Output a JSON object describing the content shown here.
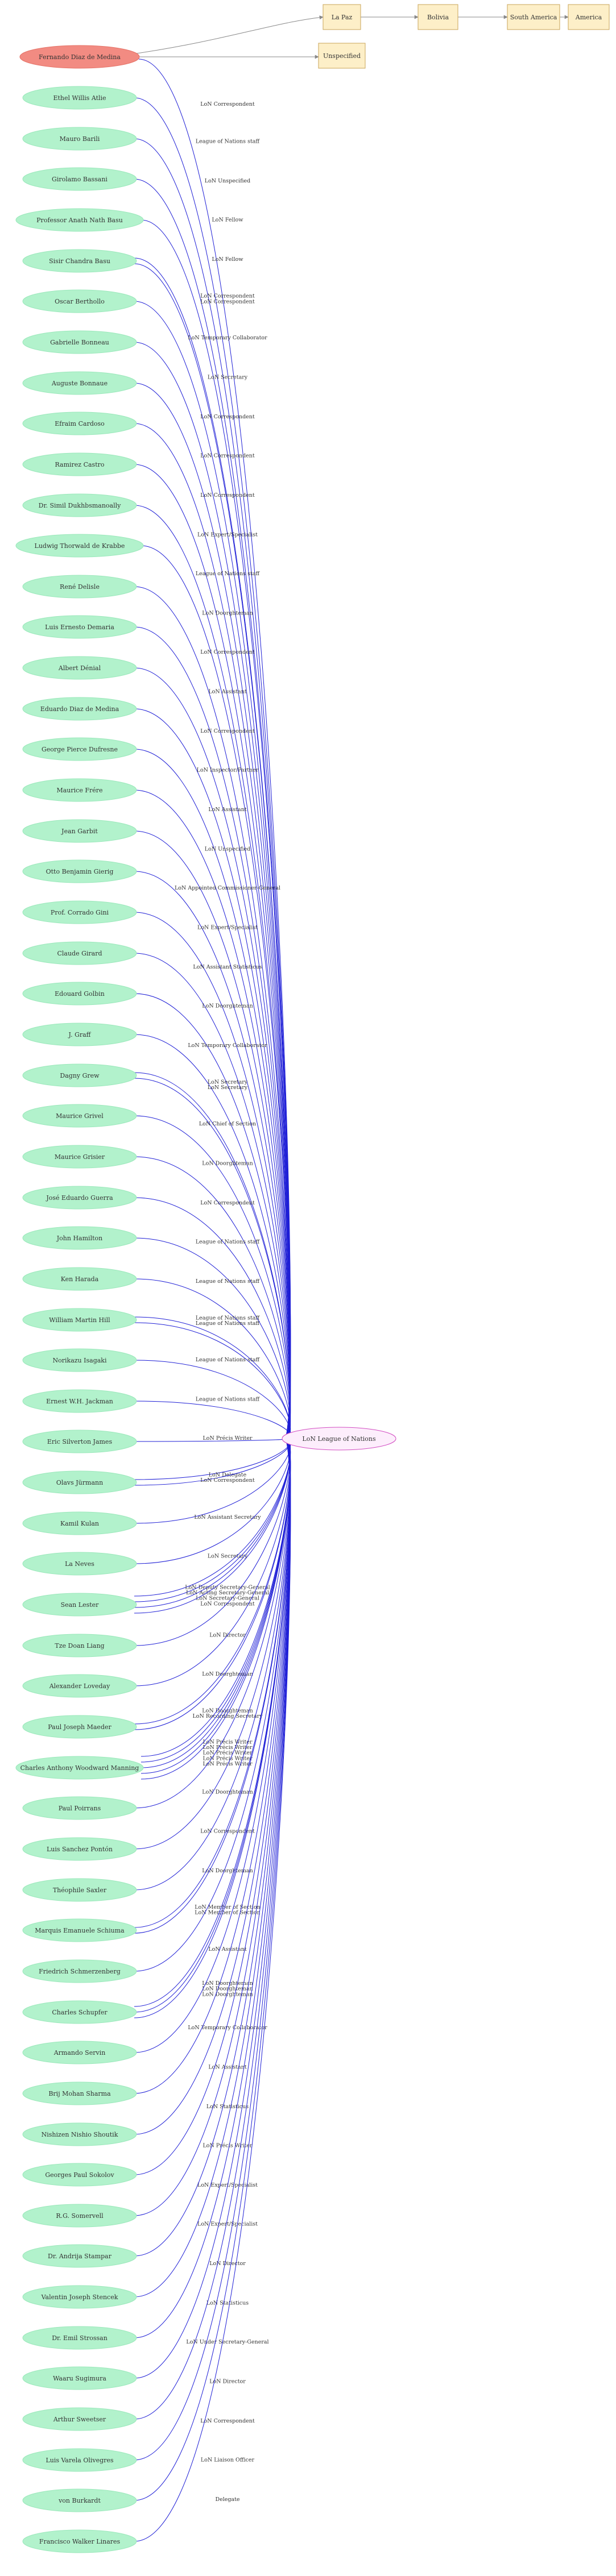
{
  "colors": {
    "person_fill": "#b2f2cc",
    "person_stroke": "#9be8bb",
    "highlight_fill": "#f28b82",
    "highlight_stroke": "#e57368",
    "place_fill": "#fdefc8",
    "place_stroke": "#c9a45a",
    "org_fill": "#fdeefc",
    "org_stroke": "#d24cc2",
    "org_edge": "#1f1fd6",
    "place_edge": "#888888"
  },
  "central_node": {
    "label": "LoN League of Nations"
  },
  "highlight_person": {
    "label": "Fernando Diaz de Medina",
    "org_edge_label": "LoN Correspondent",
    "edge_to_place": "",
    "edge_to_unspecified": ""
  },
  "places": [
    "La Paz",
    "Bolivia",
    "South America",
    "America"
  ],
  "unspecified_place": "Unspecified",
  "people": [
    {
      "label": "Ethel Willis Atlie",
      "roles": [
        "League of Nations staff"
      ]
    },
    {
      "label": "Mauro Barili",
      "roles": [
        "LoN Unspecified"
      ]
    },
    {
      "label": "Girolamo Bassani",
      "roles": [
        "LoN Fellow"
      ]
    },
    {
      "label": "Professor Anath Nath Basu",
      "roles": [
        "LoN Fellow"
      ]
    },
    {
      "label": "Sisir Chandra Basu",
      "roles": [
        "LoN Correspondent",
        "LoN Correspondent"
      ]
    },
    {
      "label": "Oscar Berthollo",
      "roles": [
        "LoN Temporary Collaborator"
      ]
    },
    {
      "label": "Gabrielle Bonneau",
      "roles": [
        "LoN Secretary"
      ]
    },
    {
      "label": "Auguste Bonnaue",
      "roles": [
        "LoN Correspondent"
      ]
    },
    {
      "label": "Efraim Cardoso",
      "roles": [
        "LoN Correspondent"
      ]
    },
    {
      "label": "Ramirez Castro",
      "roles": [
        "LoN Correspondent"
      ]
    },
    {
      "label": "Dr. Simil Dukhbsmanoally",
      "roles": [
        "LoN Expert/Specialist"
      ]
    },
    {
      "label": "Ludwig Thorwald de Krabbe",
      "roles": [
        "League of Nations staff"
      ]
    },
    {
      "label": "René  Delisle",
      "roles": [
        "LoN Doorghteman"
      ]
    },
    {
      "label": "Luis Ernesto Demaria",
      "roles": [
        "LoN Correspondent"
      ]
    },
    {
      "label": "Albert Dénial",
      "roles": [
        "LoN Assistant"
      ]
    },
    {
      "label": "Eduardo Diaz de Medina",
      "roles": [
        "LoN Correspondent"
      ]
    },
    {
      "label": "George Pierce Dufresne",
      "roles": [
        "LoN Inspector/Partner"
      ]
    },
    {
      "label": "Maurice Frére",
      "roles": [
        "LoN Assistant"
      ]
    },
    {
      "label": "Jean Garbit",
      "roles": [
        "LoN Unspecified"
      ]
    },
    {
      "label": "Otto Benjamin Gierig",
      "roles": [
        "LoN Appointed Commissioner-General"
      ]
    },
    {
      "label": "Prof. Corrado Gini",
      "roles": [
        "LoN Expert/Specialist"
      ]
    },
    {
      "label": "Claude Girard",
      "roles": [
        "LoN Assistant Statisticus"
      ]
    },
    {
      "label": "Edouard Golbin",
      "roles": [
        "LoN Doorghteman"
      ]
    },
    {
      "label": "J. Graff",
      "roles": [
        "LoN Temporary Collaborator"
      ]
    },
    {
      "label": "Dagny Grew",
      "roles": [
        "LoN Secretary",
        "LoN Secretary"
      ]
    },
    {
      "label": "Maurice Grivel",
      "roles": [
        "LoN Chief of Section"
      ]
    },
    {
      "label": "Maurice  Grisier",
      "roles": [
        "LoN Doorghteman"
      ]
    },
    {
      "label": "José Eduardo Guerra",
      "roles": [
        "LoN Correspondent"
      ]
    },
    {
      "label": "John Hamilton",
      "roles": [
        "League of Nations staff"
      ]
    },
    {
      "label": "Ken Harada",
      "roles": [
        "League of Nations staff"
      ]
    },
    {
      "label": "William Martin Hill",
      "roles": [
        "League of Nations staff",
        "League of Nations staff"
      ]
    },
    {
      "label": "Norikazu Isagaki",
      "roles": [
        "League of Nations staff"
      ]
    },
    {
      "label": "Ernest W.H. Jackman",
      "roles": [
        "League of Nations staff"
      ]
    },
    {
      "label": "Eric Silverton James",
      "roles": [
        "LoN Précis Writer"
      ]
    },
    {
      "label": "Olavs Jürmann",
      "roles": [
        "LoN Delegate",
        "LoN Correspondent"
      ]
    },
    {
      "label": "Kamil Kulan",
      "roles": [
        "LoN Assistant Secretary"
      ]
    },
    {
      "label": "La Neves",
      "roles": [
        "LoN Secretary"
      ]
    },
    {
      "label": "Sean Lester",
      "roles": [
        "LoN Deputy Secretary-General",
        "LoN Acting Secretary-General",
        "LoN Secretary-General",
        "LoN Correspondent"
      ]
    },
    {
      "label": "Tze Doan Liang",
      "roles": [
        "LoN Director"
      ]
    },
    {
      "label": "Alexander Loveday",
      "roles": [
        "LoN Doorghteman"
      ]
    },
    {
      "label": "Paul Joseph Maeder",
      "roles": [
        "LoN Doorghteman",
        "LoN Recording Secretary"
      ]
    },
    {
      "label": "Charles Anthony Woodward Manning",
      "roles": [
        "LoN Précis Writer",
        "LoN Précis Writer",
        "LoN Précis Writer",
        "LoN Précis Writer",
        "LoN Précis Writer"
      ]
    },
    {
      "label": "Paul Poirrans",
      "roles": [
        "LoN Doorghteman"
      ]
    },
    {
      "label": "Luis Sanchez Pontón",
      "roles": [
        "LoN Correspondent"
      ]
    },
    {
      "label": "Théophile Saxler",
      "roles": [
        "LoN Doorghteman"
      ]
    },
    {
      "label": "Marquis Emanuele Schiuma",
      "roles": [
        "LoN Member of Section",
        "LoN Member of Section"
      ]
    },
    {
      "label": "Friedrich Schmerzenberg",
      "roles": [
        "LoN Assistant"
      ]
    },
    {
      "label": "Charles Schupfer",
      "roles": [
        "LoN Doorghteman",
        "LoN Doorghteman",
        "LoN Doorghteman"
      ]
    },
    {
      "label": "Armando Servin",
      "roles": [
        "LoN Temporary Collaborator"
      ]
    },
    {
      "label": "Brij Mohan Sharma",
      "roles": [
        "LoN Assistant"
      ]
    },
    {
      "label": "Nishizen Nishio Shoutik",
      "roles": [
        "LoN Statisticus"
      ]
    },
    {
      "label": "Georges Paul Sokolov",
      "roles": [
        "LoN Précis Writer"
      ]
    },
    {
      "label": "R.G. Somervell",
      "roles": [
        "LoN Expert/Specialist"
      ]
    },
    {
      "label": "Dr. Andrija Stampar",
      "roles": [
        "LoN Expert/Specialist"
      ]
    },
    {
      "label": "Valentin Joseph Stencek",
      "roles": [
        "LoN Director"
      ]
    },
    {
      "label": "Dr. Emil Strossan",
      "roles": [
        "LoN Statisticus"
      ]
    },
    {
      "label": "Waaru Sugimura",
      "roles": [
        "LoN Under Secretary-General"
      ]
    },
    {
      "label": "Arthur Sweetser",
      "roles": [
        "LoN Director"
      ]
    },
    {
      "label": "Luis Varela Olivegres",
      "roles": [
        "LoN Correspondent"
      ]
    },
    {
      "label": "von Burkardt",
      "roles": [
        "LoN Liaison Officer"
      ]
    },
    {
      "label": "Francisco Walker Linares",
      "roles": [
        "Delegate"
      ]
    }
  ]
}
